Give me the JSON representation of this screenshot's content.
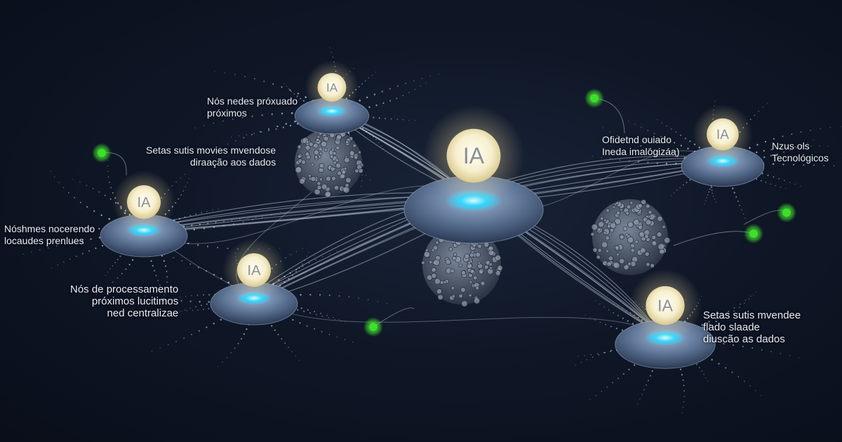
{
  "node_label": "IA",
  "colors": {
    "glow": "#2fd6ff",
    "bulb": "#fff6d6",
    "green_dot": "#3de029",
    "line": "#b9c6d8"
  },
  "labels": [
    {
      "id": "top-left",
      "text": "Nós nedes próxuado\npróximos"
    },
    {
      "id": "left-arrows",
      "text": "Setas sutis movies mvendose\ndiraação aos dados"
    },
    {
      "id": "far-left",
      "text": "Nóshmes nocerendo\nlocaudes prenlues"
    },
    {
      "id": "bottom-left",
      "text": "Nós de processamento\npróximos lucitimos\nned centralizae"
    },
    {
      "id": "right-top",
      "text": "Ofidetnd ouiado\nIneda imalógizáa)"
    },
    {
      "id": "far-right",
      "text": "Nzus ols\nTecnológicos"
    },
    {
      "id": "bottom-right",
      "text": "Setas sutis mvendee\nflado slaade\ndiuscão as dados"
    }
  ]
}
